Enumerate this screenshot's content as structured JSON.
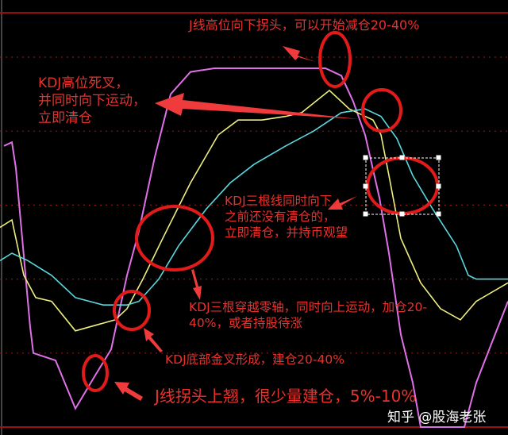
{
  "chart_data": {
    "type": "line",
    "title": "",
    "xlabel": "",
    "ylabel": "",
    "ylim": [
      0,
      112
    ],
    "grid": true,
    "reference_lines": {
      "solid": [
        0,
        112
      ],
      "dotted": [
        20,
        40,
        60,
        80,
        100
      ]
    },
    "series": [
      {
        "key": "J",
        "color": "#e070e8",
        "x": [
          1,
          3,
          4,
          5.6,
          7.6,
          8.4,
          14,
          19,
          24,
          28,
          32,
          35,
          39,
          43,
          48,
          54,
          76,
          82,
          86,
          89,
          92,
          95.6,
          98,
          101,
          104,
          106,
          117,
          120,
          124,
          128
        ],
        "y": [
          76,
          77,
          70,
          51,
          27,
          20,
          18,
          5,
          14,
          21,
          41,
          53,
          73,
          90,
          96,
          97,
          97,
          97,
          95,
          88,
          79,
          62,
          47,
          25,
          12,
          0,
          0,
          12,
          23,
          34
        ]
      },
      {
        "key": "K",
        "color": "#f0f080",
        "x": [
          0,
          3,
          6,
          9,
          13,
          19,
          29,
          32,
          36,
          41,
          48,
          55,
          60,
          66,
          72,
          76,
          83,
          88,
          94,
          96,
          98,
          101,
          106,
          111,
          116,
          120,
          128
        ],
        "y": [
          54,
          56,
          41,
          35,
          34,
          26,
          29,
          32,
          40,
          51,
          66,
          79,
          83,
          83,
          84,
          85,
          91,
          86,
          83,
          79,
          68,
          51,
          39,
          32,
          29,
          34,
          39
        ]
      },
      {
        "key": "D",
        "color": "#5ad8e0",
        "x": [
          0,
          3,
          7,
          13,
          19,
          26,
          32,
          35,
          40,
          45,
          52,
          58,
          64,
          72,
          79,
          86,
          92,
          96,
          100,
          104,
          109,
          115,
          118,
          120,
          128
        ],
        "y": [
          45,
          47,
          45,
          41,
          35,
          33,
          33,
          34,
          40,
          49,
          59,
          66,
          71,
          76,
          80,
          85,
          86,
          84,
          78,
          68,
          59,
          49,
          41,
          40,
          40
        ]
      }
    ]
  },
  "annotations": {
    "color": "#e8322e",
    "j_top_turn": [
      "J线高位向下拐头，可以开始减仓20-40%"
    ],
    "high_death_cross": [
      "KDJ高位死叉，",
      "并同时向下运动，",
      "立即清仓"
    ],
    "three_lines_down": [
      "KDJ三根线同时向下，",
      "之前还没有清仓的，",
      "立即清仓，并持币观望"
    ],
    "cross_zero_axis": [
      "KDJ三根穿越零轴，同时向上运动，加仓20-",
      "40%，或者持股待涨"
    ],
    "bottom_golden_cross": [
      "KDJ底部金叉形成，建仓20-40%"
    ],
    "j_bottom_turn": [
      "J线拐头上翘，很少量建仓，5%-10%"
    ]
  },
  "watermark": "知乎 @股海老张"
}
